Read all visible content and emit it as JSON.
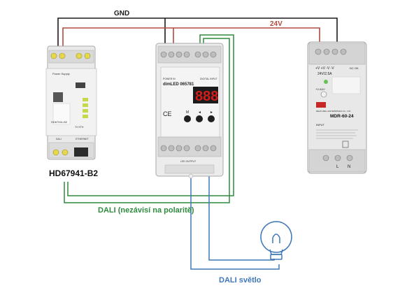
{
  "colors": {
    "gnd_wire": "#1a1a1a",
    "v24_wire": "#b04a3f",
    "dali_wire": "#2e8b3e",
    "dali_light_wire": "#3f78b8",
    "device_body": "#eaeaea",
    "device_edge": "#a9a9a9",
    "terminal_yellow": "#e6d84a",
    "display_red": "#d21c1c"
  },
  "wires": {
    "gnd_label": "GND",
    "v24_label": "24V",
    "dali_label": "DALI (nezávisí na polaritě)",
    "dali_light_label": "DALI světlo"
  },
  "gateway": {
    "caption": "HD67941-B2",
    "power_label": "Power Supply",
    "sticker_label": "HD67941-B2",
    "port_dali": "DALI",
    "port_ethernet": "ETHERNET",
    "status_text": "TX ETH"
  },
  "dali_module": {
    "brand_line1": "dimLED 065781",
    "brand_small": "POWER IN",
    "top_text": "DIGITAL INPUT",
    "display": "888",
    "button_m": "M",
    "button_left": "◄",
    "button_right": "►",
    "bottom_text": "LED OUTPUT"
  },
  "power_supply": {
    "model": "MDR-60-24",
    "top_terminals": "+V +V -V -V",
    "spec_line1": "24V/2.5A",
    "dc_ok": "DC OK",
    "adj_label": "+V ADJ",
    "brand": "MEAN WELL ENTERPRISES CO., LTD.",
    "input_label": "INPUT",
    "bottom_terminals": [
      "",
      "L",
      "N"
    ]
  },
  "icons": [
    "light-bulb-icon",
    "ce-mark-icon",
    "recycle-bin-icon",
    "mean-well-logo-icon"
  ]
}
